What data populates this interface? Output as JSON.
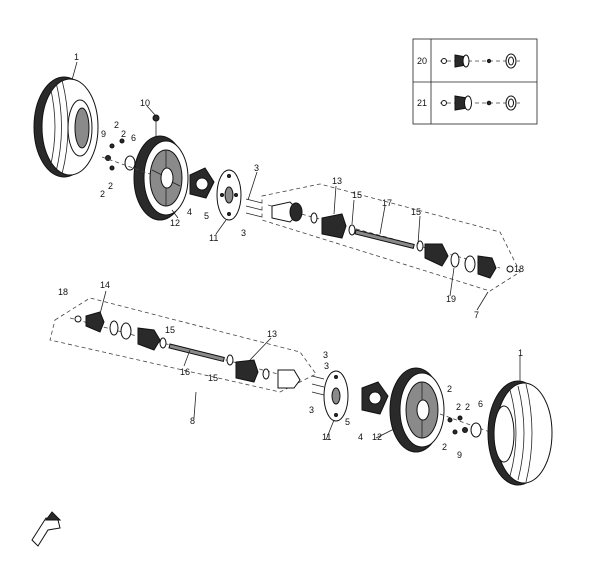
{
  "labels": {
    "tire": "1",
    "fastener": "2",
    "bolt": "3",
    "hub_seal": "4",
    "nut": "5",
    "cap": "6",
    "front_axle": "7",
    "rear_axle": "8",
    "pin": "9",
    "valve": "10",
    "brake_disc": "11",
    "rim": "12",
    "cv_joint": "13",
    "boot": "14",
    "clamp": "15",
    "shaft_left": "16",
    "shaft_right": "17",
    "circlip": "18",
    "boot_kit": "19",
    "inset_row_a": "20",
    "inset_row_b": "21"
  },
  "colors": {
    "line": "#222222",
    "rubber": "#2a2a2a",
    "metal": "#8a8a8a",
    "background": "#ffffff"
  },
  "icons": {
    "direction_arrow": "front-direction-arrow-icon"
  }
}
